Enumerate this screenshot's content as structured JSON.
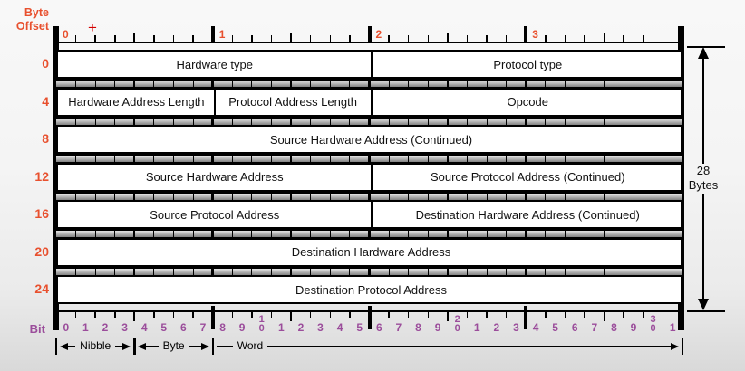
{
  "labels": {
    "byte_offset_line1": "Byte",
    "byte_offset_line2": "Offset",
    "bit": "Bit"
  },
  "colors": {
    "offset_text": "#e8502e",
    "bit_text": "#9b4d9b",
    "cursor": "#d40000",
    "line": "#000000",
    "cell_fill": "#ffffff"
  },
  "byte_ruler": {
    "labels": [
      "0",
      "1",
      "2",
      "3"
    ]
  },
  "rows": [
    {
      "offset": "0",
      "cells": [
        {
          "label": "Hardware type",
          "bits": 16
        },
        {
          "label": "Protocol type",
          "bits": 16
        }
      ]
    },
    {
      "offset": "4",
      "cells": [
        {
          "label": "Hardware Address Length",
          "bits": 8
        },
        {
          "label": "Protocol Address Length",
          "bits": 8
        },
        {
          "label": "Opcode",
          "bits": 16
        }
      ]
    },
    {
      "offset": "8",
      "cells": [
        {
          "label": "Source Hardware Address (Continued)",
          "bits": 32
        }
      ]
    },
    {
      "offset": "12",
      "cells": [
        {
          "label": "Source Hardware Address",
          "bits": 16
        },
        {
          "label": "Source Protocol Address (Continued)",
          "bits": 16
        }
      ]
    },
    {
      "offset": "16",
      "cells": [
        {
          "label": "Source Protocol Address",
          "bits": 16
        },
        {
          "label": "Destination Hardware Address (Continued)",
          "bits": 16
        }
      ]
    },
    {
      "offset": "20",
      "cells": [
        {
          "label": "Destination Hardware Address",
          "bits": 32
        }
      ]
    },
    {
      "offset": "24",
      "cells": [
        {
          "label": "Destination Protocol Address",
          "bits": 32
        }
      ]
    }
  ],
  "bit_ruler": {
    "labels": [
      "0",
      "1",
      "2",
      "3",
      "4",
      "5",
      "6",
      "7",
      "8",
      "9",
      "10",
      "1",
      "2",
      "3",
      "4",
      "5",
      "6",
      "7",
      "8",
      "9",
      "20",
      "1",
      "2",
      "3",
      "4",
      "5",
      "6",
      "7",
      "8",
      "9",
      "30",
      "1"
    ]
  },
  "measure_segments": [
    {
      "label": "Nibble",
      "from_bit": 0,
      "to_bit": 4,
      "arrows": "both"
    },
    {
      "label": "Byte",
      "from_bit": 4,
      "to_bit": 8,
      "arrows": "both"
    },
    {
      "label": "Word",
      "from_bit": 8,
      "to_bit": 32,
      "arrows": "right"
    }
  ],
  "size_indicator": {
    "value": "28",
    "unit": "Bytes"
  },
  "cursor": {
    "glyph": "+"
  }
}
